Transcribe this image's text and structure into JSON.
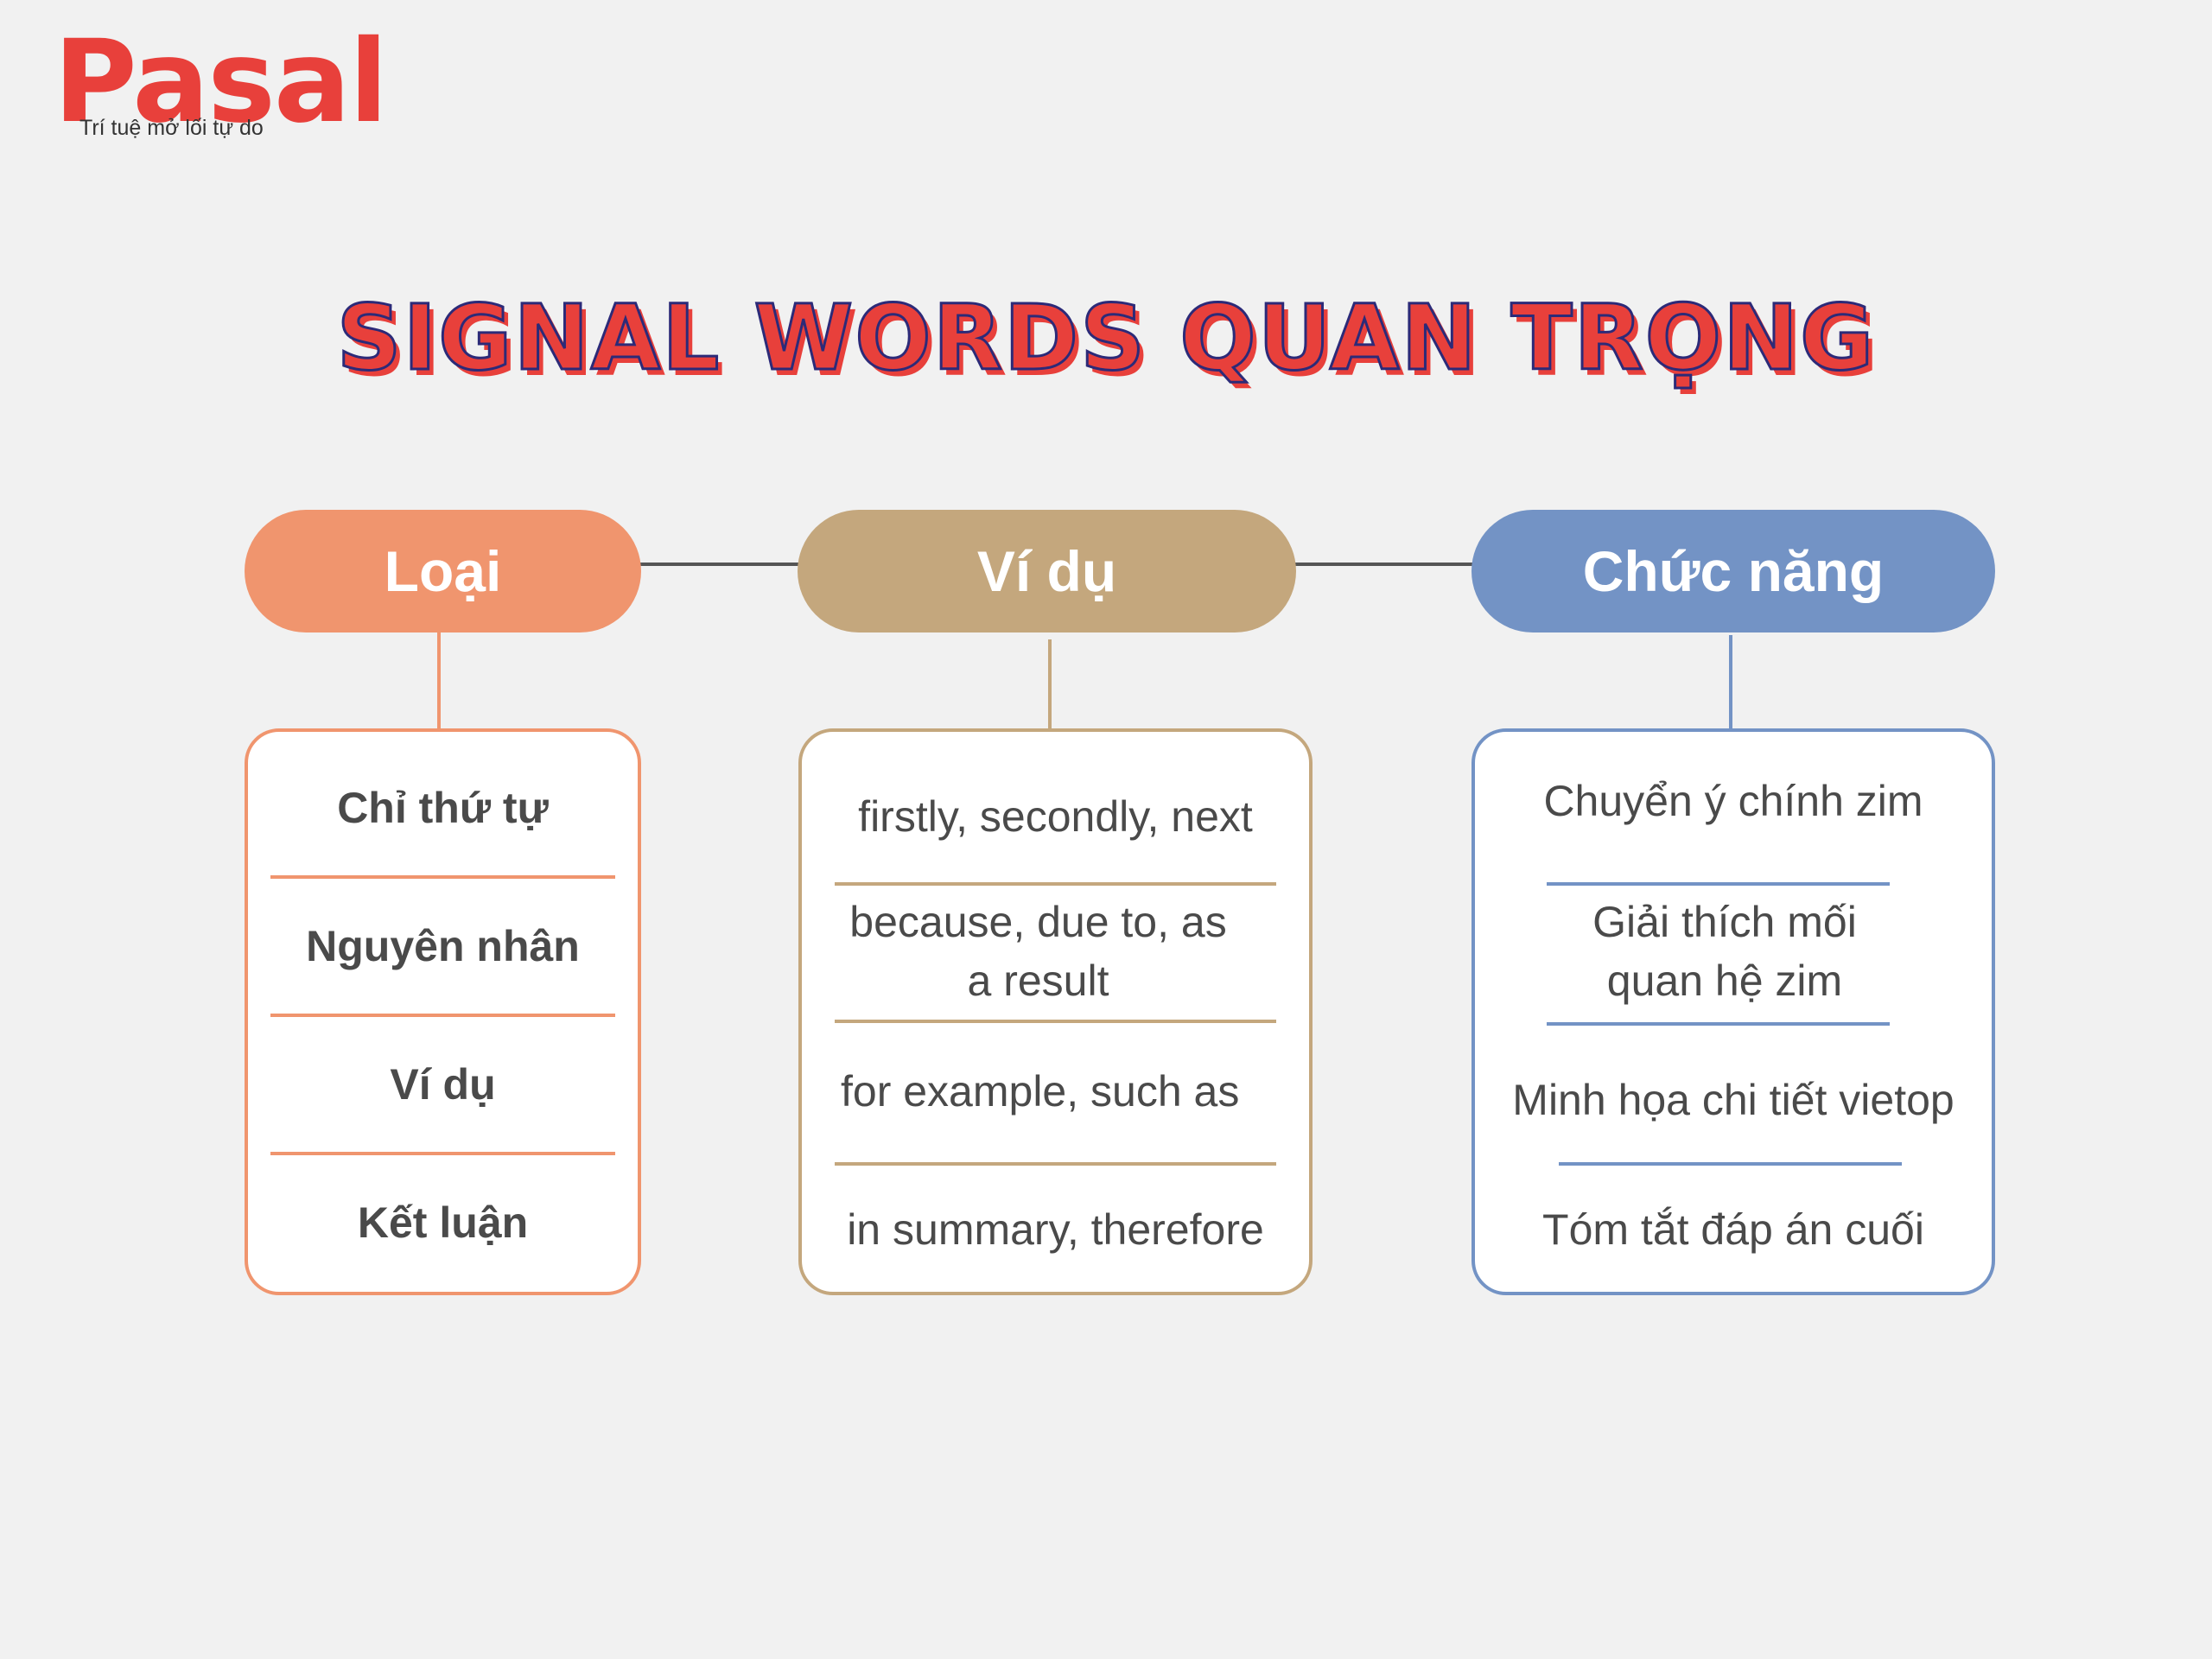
{
  "logo": {
    "brand": "Pasal",
    "tagline": "Trí tuệ mở lối tự do",
    "color": "#e8403b"
  },
  "title": "SIGNAL WORDS QUAN TRỌNG",
  "colors": {
    "loai": "#f0956e",
    "vidu": "#c4a77d",
    "chucnang": "#7393c5",
    "text": "#4a4a4a"
  },
  "columns": [
    {
      "header": "Loại",
      "items": [
        "Chỉ thứ tự",
        "Nguyên nhân",
        "Ví dụ",
        "Kết luận"
      ]
    },
    {
      "header": "Ví dụ",
      "items": [
        "firstly, secondly, next",
        "because, due to, as a result",
        "for example, such as",
        "in summary, therefore"
      ]
    },
    {
      "header": "Chức năng",
      "items": [
        "Chuyển ý chính zim",
        "Giải thích mối quan hệ zim",
        "Minh họa chi tiết vietop",
        "Tóm tắt đáp án cuối"
      ]
    }
  ]
}
